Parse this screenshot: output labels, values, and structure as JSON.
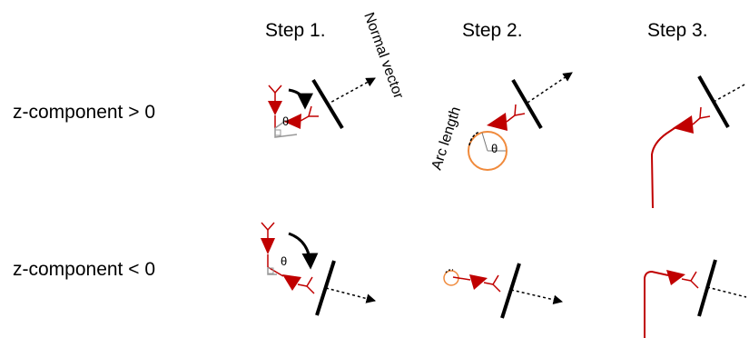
{
  "headers": {
    "step1": "Step 1.",
    "step2": "Step 2.",
    "step3": "Step 3."
  },
  "rows": {
    "top": "z-component > 0",
    "bottom": "z-component < 0"
  },
  "annotations": {
    "normal_vector": "Normal vector",
    "arc_length": "Arc length",
    "theta": "θ"
  },
  "colors": {
    "neuron": "#c00000",
    "circle": "#f08a3c",
    "membrane": "#000000"
  }
}
